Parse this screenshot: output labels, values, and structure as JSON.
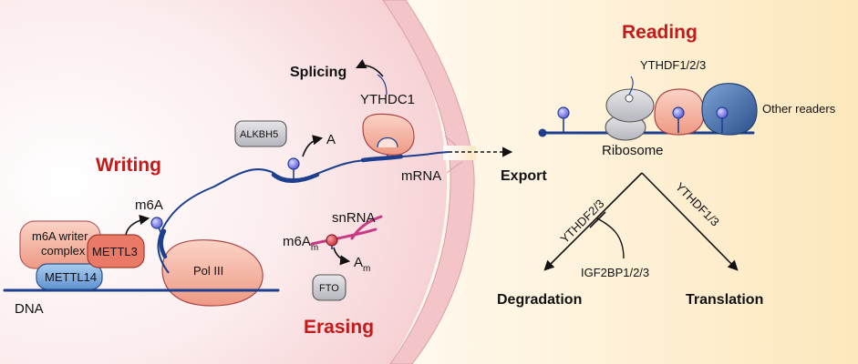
{
  "sections": {
    "writing": "Writing",
    "erasing": "Erasing",
    "reading": "Reading"
  },
  "labels": {
    "splicing": "Splicing",
    "ythdc1": "YTHDC1",
    "alkbh5": "ALKBH5",
    "a": "A",
    "mrna": "mRNA",
    "export": "Export",
    "m6a": "m6A",
    "writer_complex_line1": "m6A writer",
    "writer_complex_line2": "complex",
    "mettl3": "METTL3",
    "mettl14": "METTL14",
    "pol3": "Pol III",
    "dna": "DNA",
    "snrna": "snRNA",
    "m6am_base": "m6A",
    "m6am_sub": "m",
    "am_base": "A",
    "am_sub": "m",
    "fto": "FTO",
    "ythdf123": "YTHDF1/2/3",
    "other_readers": "Other readers",
    "ribosome": "Ribosome",
    "ythdf23": "YTHDF2/3",
    "ythdf13": "YTHDF1/3",
    "igf2bp": "IGF2BP1/2/3",
    "degradation": "Degradation",
    "translation": "Translation"
  },
  "colors": {
    "nucleus_fill": "#fbe9ea",
    "cytoplasm_fill": "#fdf1d6",
    "title_red": "#c41a1a",
    "rna_blue": "#1d3f8f",
    "m6a_ball": "#7d7be8",
    "m6am_ball": "#d9414a",
    "snrna_pink": "#c83a86",
    "protein_salmon": "#f4b0a0",
    "protein_blue": "#7eaee0",
    "protein_grey": "#c9c9cf"
  }
}
